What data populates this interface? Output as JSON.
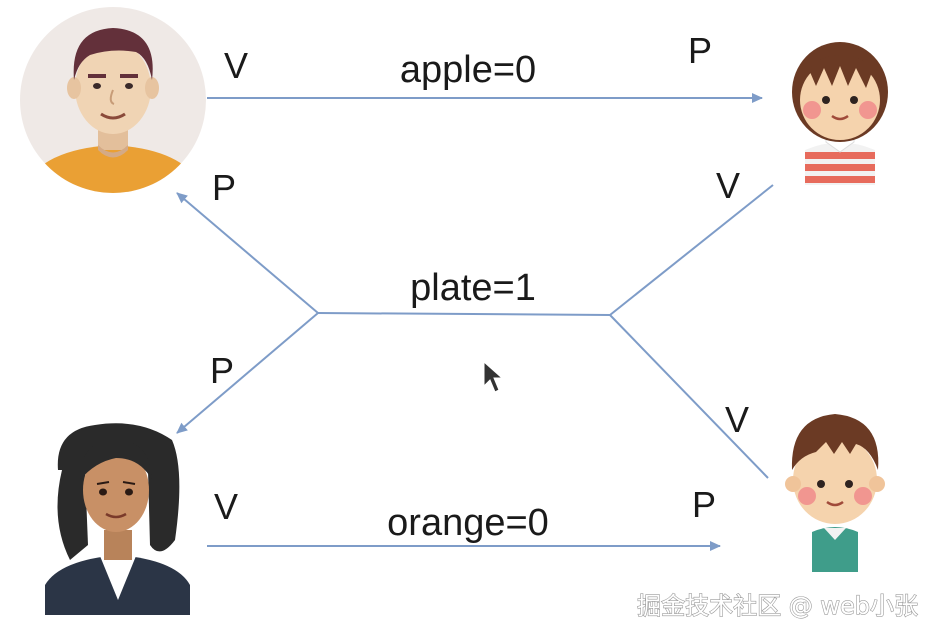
{
  "diagram": {
    "top_edge_label": "apple=0",
    "middle_edge_label": "plate=1",
    "bottom_edge_label": "orange=0",
    "top_left_label_v": "V",
    "top_right_label_p": "P",
    "upper_left_label_p": "P",
    "upper_right_label_v": "V",
    "lower_left_label_p": "P",
    "lower_right_label_v": "V",
    "bottom_left_label_v": "V",
    "bottom_right_label_p": "P"
  },
  "nodes": {
    "father": "father-avatar-icon",
    "daughter": "daughter-avatar-icon",
    "mother": "mother-avatar-icon",
    "son": "son-avatar-icon"
  },
  "colors": {
    "edge": "#7e9cc8"
  },
  "watermark": "掘金技术社区 @ web小张"
}
